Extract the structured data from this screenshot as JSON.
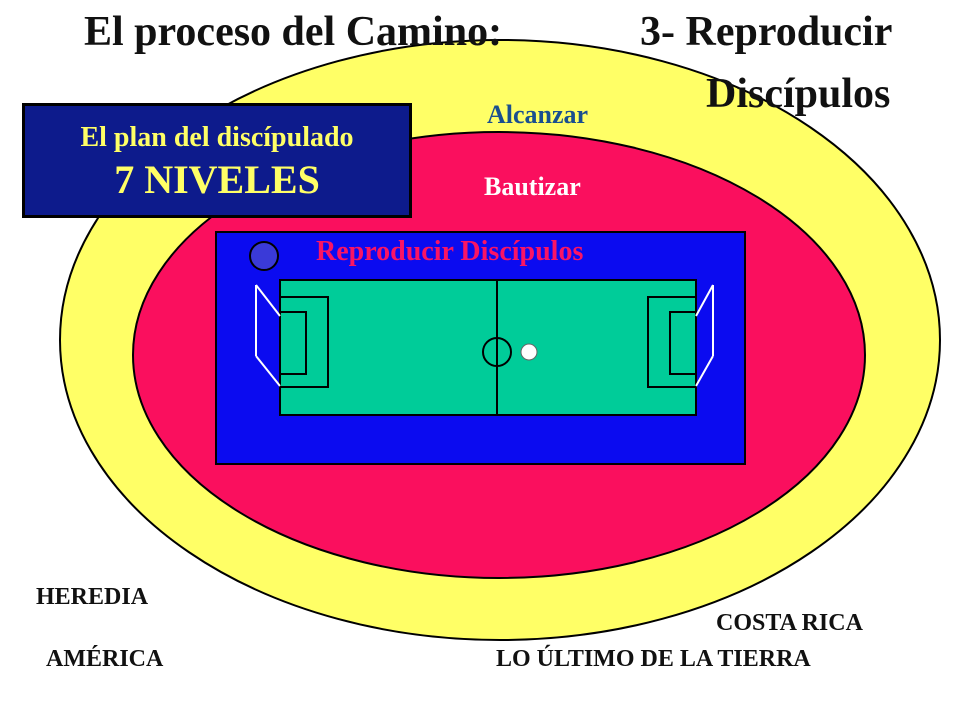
{
  "title": {
    "left": "El proceso del Camino:",
    "right_line1": "3- Reproducir",
    "right_line2": "Discípulos"
  },
  "rings": {
    "outer_label": "Alcanzar",
    "middle_label": "Bautizar",
    "inner_label": "Reproducir Discípulos"
  },
  "plan_box": {
    "line1": "El plan del discípulado",
    "line2": "7 NIVELES"
  },
  "places": {
    "heredia": "HEREDIA",
    "costa_rica": "COSTA RICA",
    "america": "AMÉRICA",
    "ultimo": "LO ÚLTIMO DE LA TIERRA"
  },
  "colors": {
    "outer_ring": "#ffff66",
    "middle_ring": "#fa0f5e",
    "inner_rect": "#0b0bf0",
    "field": "#00cc99",
    "plan_box": "#0d1b8c",
    "plan_text": "#ffff66",
    "alcanzar_text": "#1a4f8f",
    "reproducir_text": "#fa1464"
  }
}
